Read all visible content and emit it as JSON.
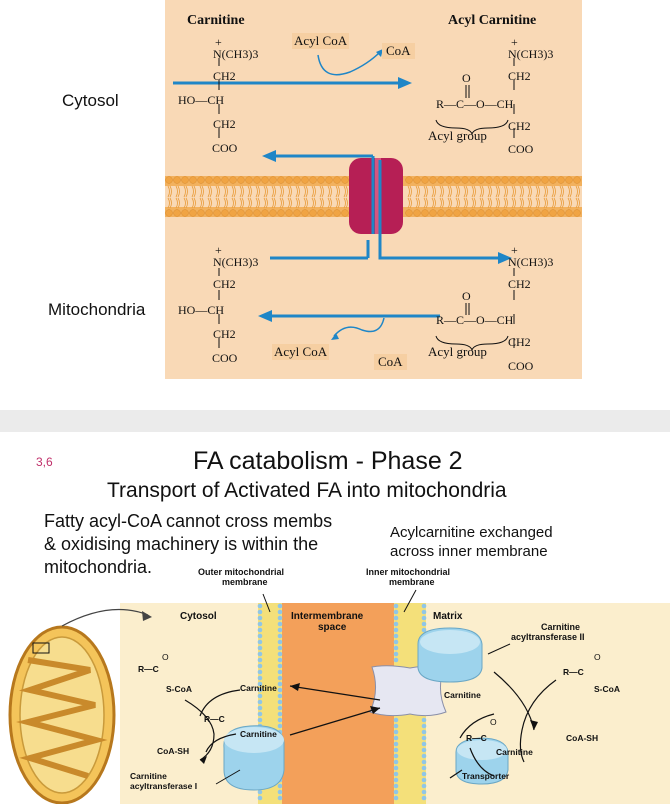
{
  "top_figure": {
    "cytosol_label": "Cytosol",
    "mitochondria_label": "Mitochondria",
    "carnitine_title": "Carnitine",
    "acyl_carnitine_title": "Acyl Carnitine",
    "acyl_coa": "Acyl CoA",
    "coa": "CoA",
    "acyl_group": "Acyl group",
    "plus": "+",
    "n_ch3": "N(CH3)3",
    "ch2": "CH2",
    "ho_ch": "HO—CH",
    "coo": "COO",
    "o": "O",
    "ester": "R—C—O—CH",
    "cytosol_acyl_coa": "Acyl CoA",
    "cytosol_coa": "CoA",
    "mito_acyl_coa": "Acyl CoA",
    "mito_coa": "CoA"
  },
  "slide": {
    "page_number": "3,6",
    "title": "FA catabolism - Phase 2",
    "subtitle": "Transport of Activated FA into mitochondria",
    "left_text_line1": "Fatty acyl-CoA cannot cross membs",
    "left_text_line2": "& oxidising machinery is within the",
    "left_text_line3": "mitochondria.",
    "right_text_line1": "Acylcarnitine exchanged",
    "right_text_line2": "across inner membrane"
  },
  "bottom_figure": {
    "outer_membrane_label": "Outer mitochondrial membrane",
    "outer_line1": "Outer mitochondrial",
    "outer_line2": "membrane",
    "inner_line1": "Inner mitochondrial",
    "inner_line2": "membrane",
    "cytosol": "Cytosol",
    "intermembrane_line1": "Intermembrane",
    "intermembrane_line2": "space",
    "matrix": "Matrix",
    "cat2_line1": "Carnitine",
    "cat2_line2": "acyltransferase II",
    "cat1_line1": "Carnitine",
    "cat1_line2": "acyltransferase I",
    "s_coa_left": "S-CoA",
    "s_coa_right": "S-CoA",
    "r_left": "R—C",
    "r_right": "R—C",
    "r_mid": "R—C",
    "r_matrix": "R—C",
    "carnitine_a": "Carnitine",
    "carnitine_b": "Carnitine",
    "carnitine_c": "Carnitine",
    "carnitine_d": "Carnitine",
    "coa_sh_left": "CoA-SH",
    "coa_sh_right": "CoA-SH",
    "transporter": "Transporter",
    "o_sym": "O"
  },
  "colors": {
    "panel": "#f9d9b6",
    "arrow_blue": "#1f86c7",
    "lipid_orange": "#f0a444",
    "membrane_pink": "#b81d54",
    "cytosol_bg": "#fbeecd",
    "intermembrane_bg": "#f3a05a",
    "matrix_bg": "#fbeecd",
    "protein_blue": "#9dd3ec"
  }
}
